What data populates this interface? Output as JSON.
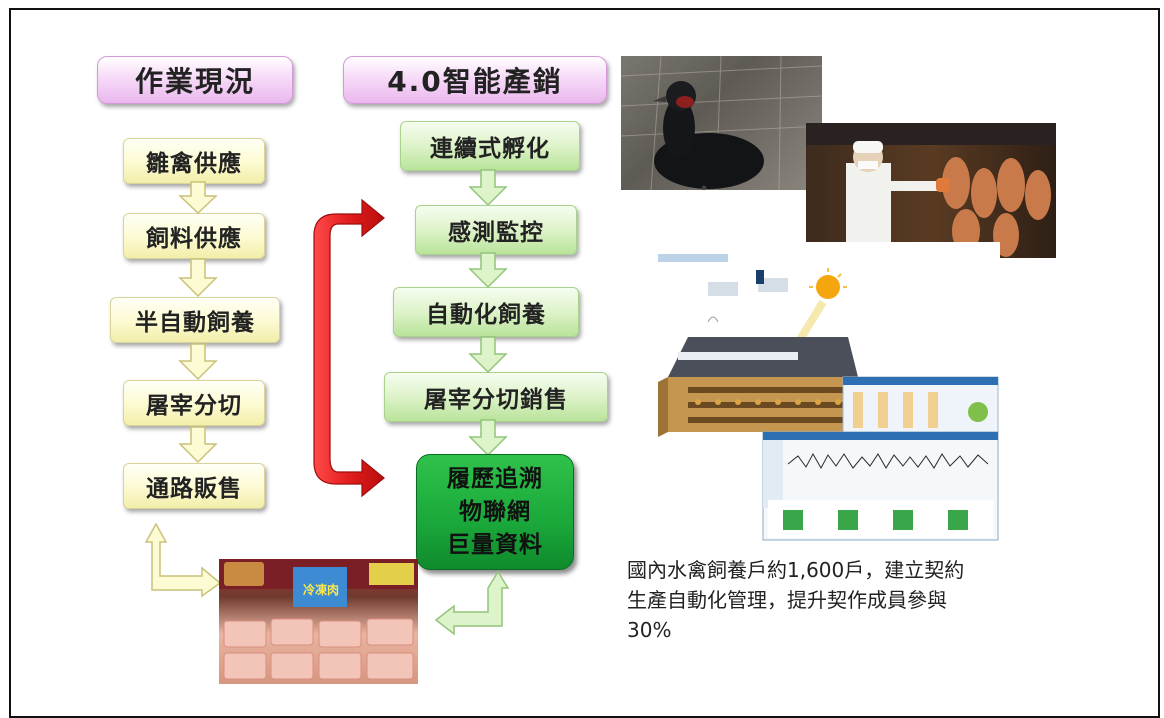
{
  "headers": {
    "current": "作業現況",
    "smart": "4.0智能產銷"
  },
  "current_steps": [
    "雛禽供應",
    "飼料供應",
    "半自動飼養",
    "屠宰分切",
    "通路販售"
  ],
  "smart_steps": [
    "連續式孵化",
    "感測監控",
    "自動化飼養",
    "屠宰分切銷售"
  ],
  "final_box": [
    "履歷追溯",
    "物聯網",
    "巨量資料"
  ],
  "photos": {
    "market_sign": "冷凍肉"
  },
  "caption": [
    "國內水禽飼養戶約1,600戶，建立契約",
    "生產自動化管理，提升契作成員參與",
    "30%"
  ],
  "colors": {
    "header": "#f7daf8",
    "current_box": "#fdfbd4",
    "smart_box": "#ddf3c9",
    "final_box": "#1aa83a",
    "red_arrow": "#e21c1c"
  }
}
